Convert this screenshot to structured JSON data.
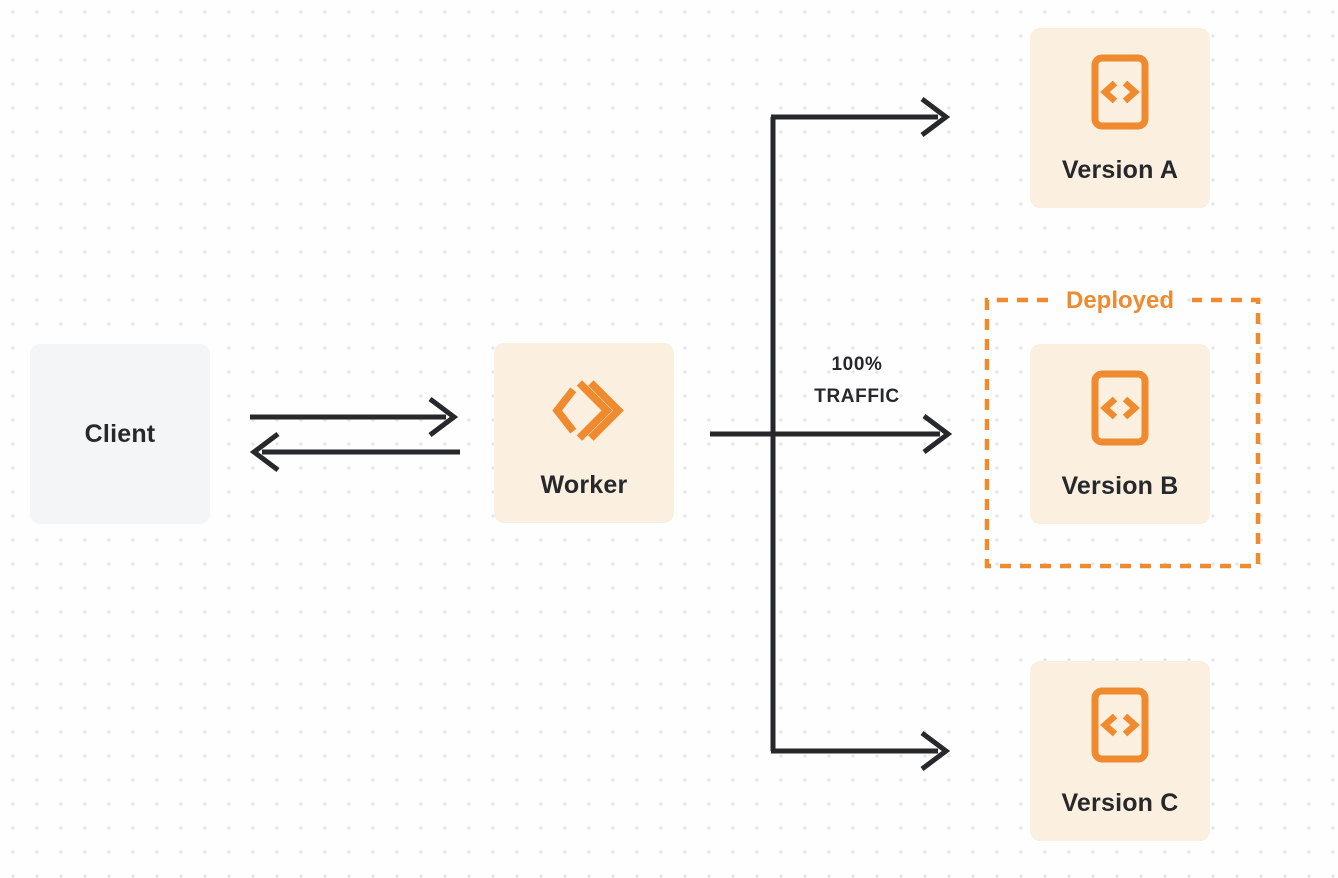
{
  "diagram": {
    "nodes": {
      "client": {
        "label": "Client"
      },
      "worker": {
        "label": "Worker"
      },
      "version_a": {
        "label": "Version A"
      },
      "version_b": {
        "label": "Version B"
      },
      "version_c": {
        "label": "Version C"
      }
    },
    "group": {
      "label": "Deployed"
    },
    "edge_label": {
      "line1": "100%",
      "line2": "TRAFFIC"
    },
    "icons": {
      "worker": "workers-double-chevron-icon",
      "versions": "code-file-icon"
    },
    "colors": {
      "accent_orange": "#EF8A2F",
      "deployed_text_orange": "#EE8A2F",
      "node_cream": "#FBF0DF",
      "node_gray": "#F4F5F6",
      "line_dark": "#26282B",
      "background_dot": "#E3E4E6"
    }
  }
}
